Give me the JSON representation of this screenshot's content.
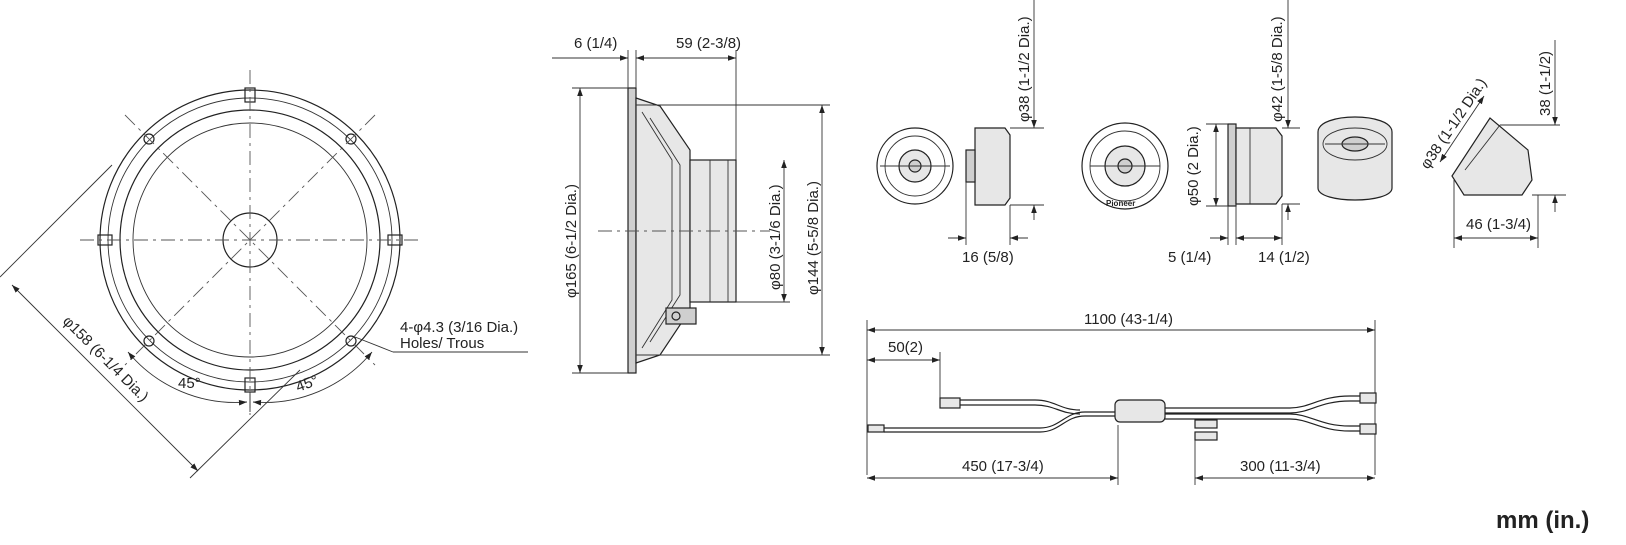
{
  "units": "mm (in.)",
  "speaker_front": {
    "diameter": "φ158 (6-1/4 Dia.)",
    "holes_count": "4-φ4.3 (3/16 Dia.)",
    "holes_label": "Holes/ Trous",
    "angle_left": "45°",
    "angle_right": "45°"
  },
  "speaker_side": {
    "flange": "6 (1/4)",
    "depth": "59 (2-3/8)",
    "outer_diameter": "φ165 (6-1/2 Dia.)",
    "magnet_diameter": "φ80 (3-1/6 Dia.)",
    "cutout_diameter": "φ144 (5-5/8 Dia.)"
  },
  "tweeter_flush": {
    "diameter": "φ38 (1-1/2 Dia.)",
    "depth": "16 (5/8)"
  },
  "tweeter_surface": {
    "diameter": "φ42 (1-5/8 Dia.)",
    "bezel_diameter": "φ50 (2 Dia.)",
    "flange": "5 (1/4)",
    "depth": "14 (1/2)",
    "brand": "Pioneer"
  },
  "tweeter_angled": {
    "height": "38 (1-1/2)",
    "diameter": "φ38 (1-1/2 Dia.)",
    "width": "46 (1-3/4)"
  },
  "cable": {
    "total": "1100 (43-1/4)",
    "branch": "50(2)",
    "input_length": "450 (17-3/4)",
    "output_length": "300 (11-3/4)"
  }
}
